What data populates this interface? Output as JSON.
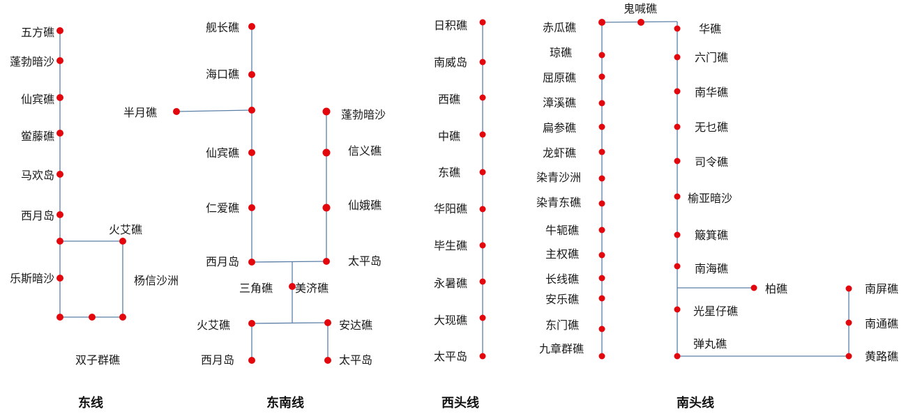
{
  "colors": {
    "node": "#e3070d",
    "line": "#5b7fa6",
    "text": "#1a1a1a"
  },
  "titles": {
    "east": "东线",
    "southeast": "东南线",
    "west_head": "西头线",
    "south_head": "南头线"
  },
  "east": {
    "main": [
      "五方礁",
      "蓬勃暗沙",
      "仙宾礁",
      "鲎藤礁",
      "马欢岛",
      "西月岛",
      "乐斯暗沙"
    ],
    "branch": [
      "火艾礁",
      "杨信沙洲"
    ],
    "bottom": "双子群礁"
  },
  "southeast": {
    "main": [
      "舰长礁",
      "海口礁",
      "仙宾礁",
      "仁爱礁",
      "西月岛"
    ],
    "side": "半月礁",
    "right": [
      "蓬勃暗沙",
      "信义礁",
      "仙娥礁",
      "太平岛"
    ],
    "mid": [
      "三角礁",
      "美济礁"
    ],
    "lower_left": [
      "火艾礁",
      "西月岛"
    ],
    "lower_right": [
      "安达礁",
      "太平岛"
    ]
  },
  "west_head": [
    "日积礁",
    "南威岛",
    "西礁",
    "中礁",
    "东礁",
    "华阳礁",
    "毕生礁",
    "永暑礁",
    "大现礁",
    "太平岛"
  ],
  "south_head": {
    "top": "鬼喊礁",
    "left": [
      "赤瓜礁",
      "琼礁",
      "屈原礁",
      "漳溪礁",
      "扁参礁",
      "龙虾礁",
      "染青沙洲",
      "染青东礁",
      "牛轭礁",
      "主权礁",
      "长线礁",
      "安乐礁",
      "东门礁",
      "九章群礁"
    ],
    "right": [
      "华礁",
      "六门礁",
      "南华礁",
      "无乜礁",
      "司令礁",
      "榆亚暗沙",
      "簸箕礁",
      "南海礁",
      "光星仔礁",
      "弹丸礁"
    ],
    "branch": "柏礁",
    "far": [
      "南屏礁",
      "南通礁",
      "黄路礁"
    ]
  }
}
